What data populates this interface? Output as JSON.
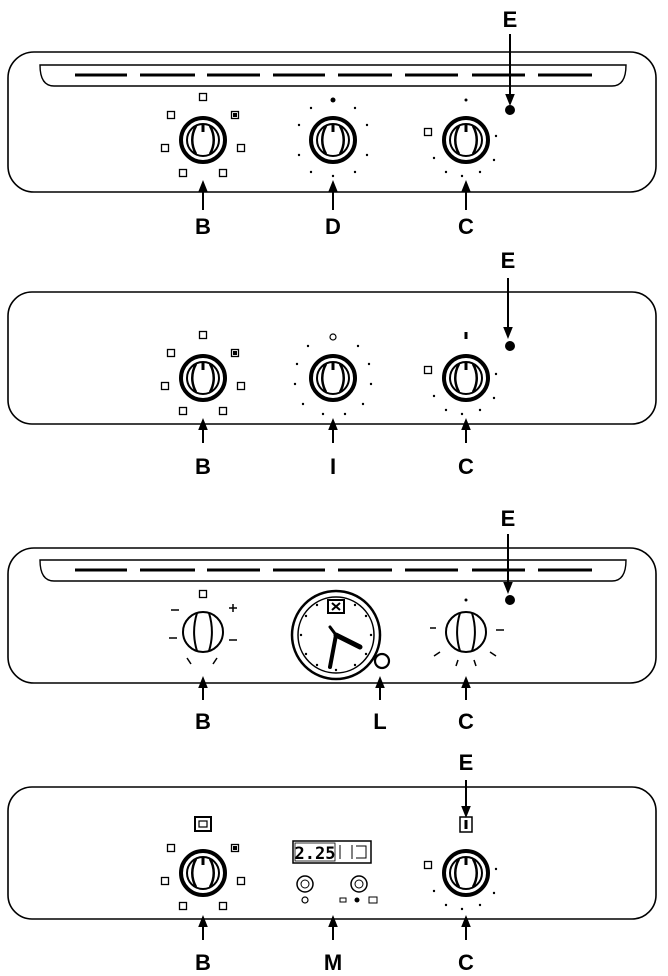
{
  "panels": [
    {
      "knob_labels": [
        "B",
        "D",
        "C"
      ],
      "indicator_label": "E"
    },
    {
      "knob_labels": [
        "B",
        "I",
        "C"
      ],
      "indicator_label": "E"
    },
    {
      "knob_labels": [
        "B",
        "L",
        "C"
      ],
      "indicator_label": "E"
    },
    {
      "knob_labels": [
        "B",
        "M",
        "C"
      ],
      "indicator_label": "E",
      "display_time": "2.25"
    }
  ]
}
